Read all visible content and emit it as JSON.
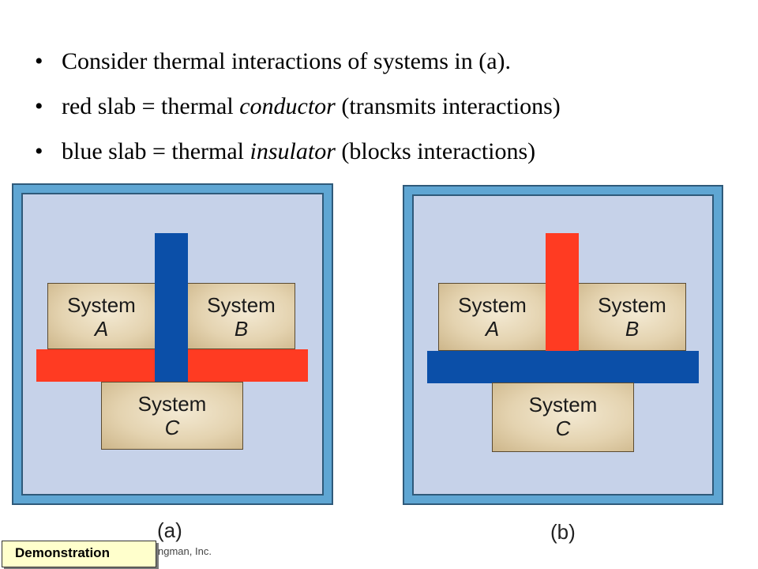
{
  "bullets": [
    {
      "pre": "Consider thermal interactions of systems in (a).",
      "em": "",
      "post": ""
    },
    {
      "pre": "red slab = thermal ",
      "em": "conductor",
      "post": " (transmits interactions)"
    },
    {
      "pre": "blue slab = thermal ",
      "em": "insulator",
      "post": " (blocks interactions)"
    }
  ],
  "diagram_a": {
    "system_a": {
      "word": "System",
      "letter": "A"
    },
    "system_b": {
      "word": "System",
      "letter": "B"
    },
    "system_c": {
      "word": "System",
      "letter": "C"
    },
    "caption": "(a)"
  },
  "diagram_b": {
    "system_a": {
      "word": "System",
      "letter": "A"
    },
    "system_b": {
      "word": "System",
      "letter": "B"
    },
    "system_c": {
      "word": "System",
      "letter": "C"
    },
    "caption": "(b)"
  },
  "credit": "ngman, Inc.",
  "demo_button": "Demonstration",
  "colors": {
    "conductor": "#ff3b22",
    "insulator": "#0b4fa8",
    "panel_fill": "#c6d2e9",
    "panel_border": "#5fa6d3"
  }
}
